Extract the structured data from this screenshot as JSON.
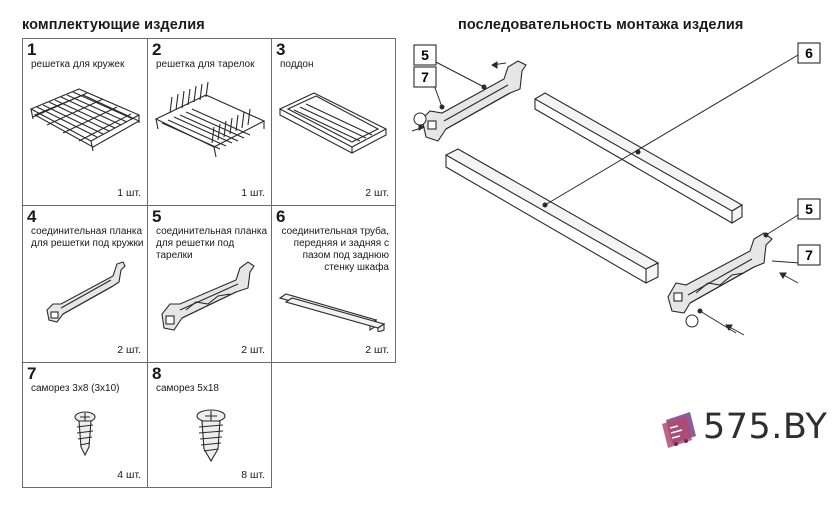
{
  "headings": {
    "components": "комплектующие изделия",
    "sequence": "последовательность монтажа изделия"
  },
  "components": [
    {
      "num": "1",
      "name": "решетка для кружек",
      "qty": "1 шт.",
      "icon": "cup-rack-icon"
    },
    {
      "num": "2",
      "name": "решетка для тарелок",
      "qty": "1 шт.",
      "icon": "plate-rack-icon"
    },
    {
      "num": "3",
      "name": "поддон",
      "qty": "2 шт.",
      "icon": "tray-icon"
    },
    {
      "num": "4",
      "name": "соединительная планка для решетки под кружки",
      "qty": "2 шт.",
      "icon": "connecting-bracket-icon"
    },
    {
      "num": "5",
      "name": "соединительная планка для решетки под тарелки",
      "qty": "2 шт.",
      "icon": "connecting-bracket-icon"
    },
    {
      "num": "6",
      "name": "соединительная труба, передняя и задняя с пазом под заднюю стенку шкафа",
      "qty": "2 шт.",
      "icon": "connecting-tube-icon"
    },
    {
      "num": "7",
      "name": "саморез 3х8 (3х10)",
      "qty": "4 шт.",
      "icon": "screw-icon"
    },
    {
      "num": "8",
      "name": "саморез 5х18",
      "qty": "8 шт.",
      "icon": "screw-icon"
    }
  ],
  "callouts": {
    "bracket_top": "5",
    "screw_top": "7",
    "tube": "6",
    "bracket_bottom": "5",
    "screw_bottom": "7"
  },
  "logo": {
    "text": "575.BY"
  }
}
